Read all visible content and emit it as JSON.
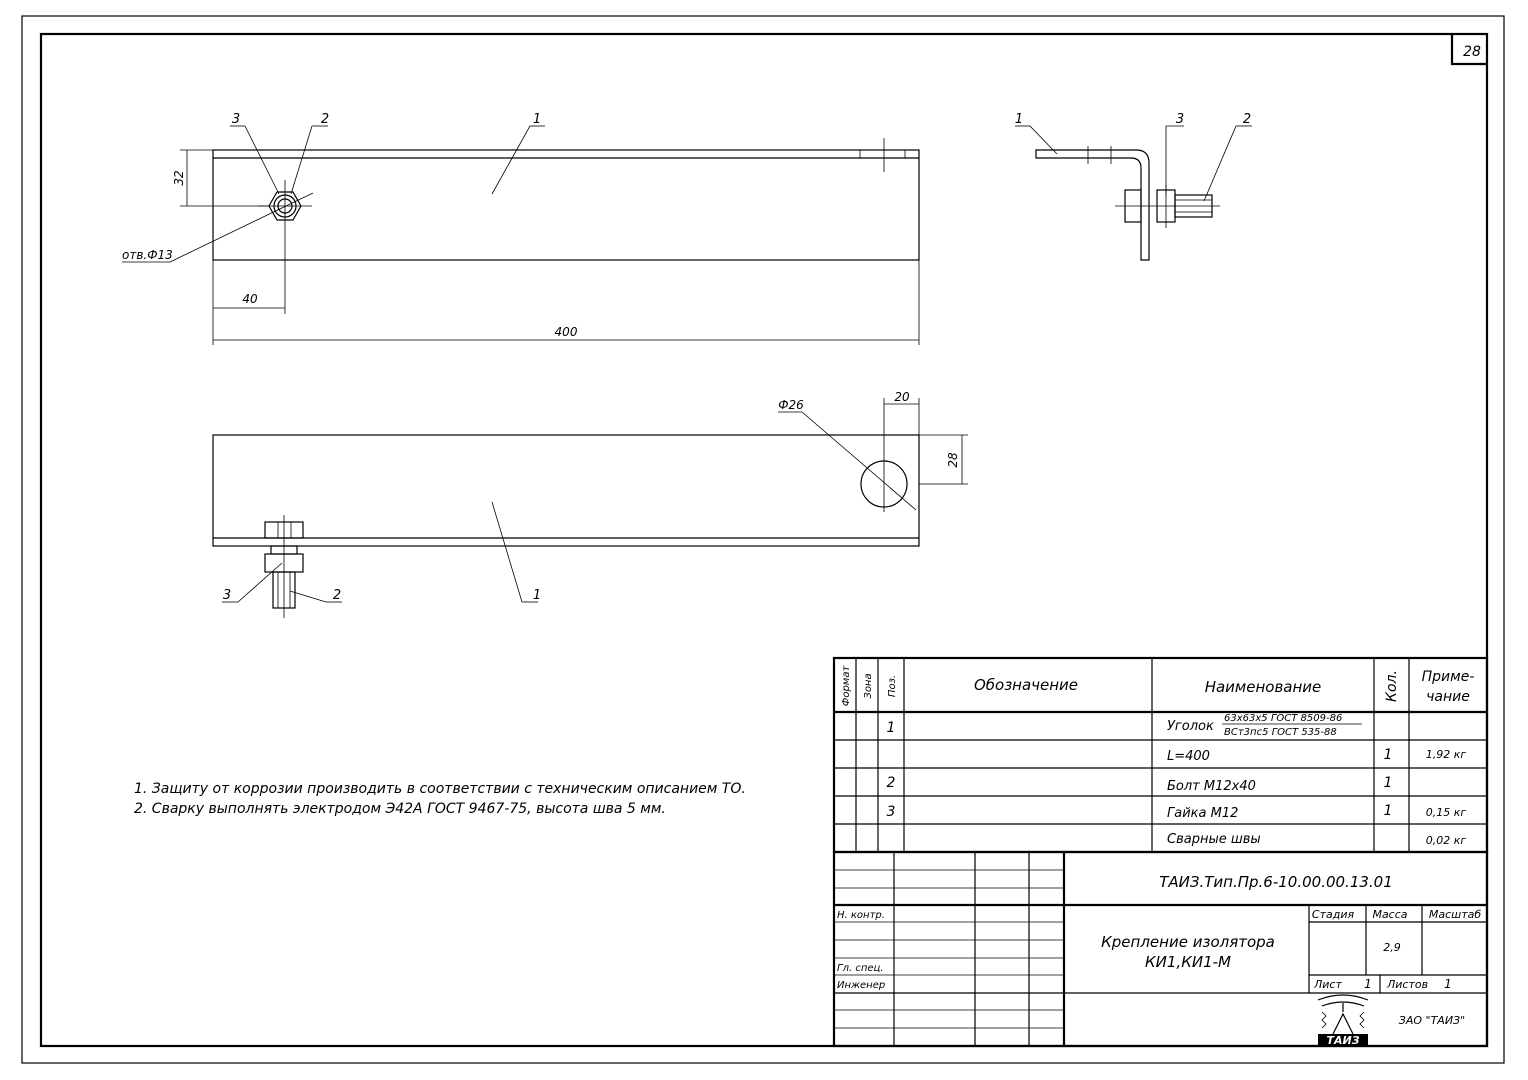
{
  "sheet": {
    "page_number": "28"
  },
  "views": {
    "top": {
      "leader_1": "1",
      "leader_2": "2",
      "leader_3": "3",
      "dim_32": "32",
      "dim_40": "40",
      "dim_400": "400",
      "hole_label": "отв.Ф13"
    },
    "side": {
      "leader_1": "1",
      "leader_2": "2",
      "leader_3": "3"
    },
    "front": {
      "leader_1": "1",
      "leader_2": "2",
      "leader_3": "3",
      "dim_20": "20",
      "dim_28": "28",
      "dia_label": "Ф26"
    }
  },
  "notes": [
    "1. Защиту от коррозии производить в соответствии с техническим описанием ТО.",
    "2. Сварку выполнять электродом Э42А ГОСТ 9467-75, высота шва 5 мм."
  ],
  "spec_table": {
    "headers": {
      "format": "Формат",
      "zone": "Зона",
      "pos": "Поз.",
      "designation": "Обозначение",
      "name": "Наименование",
      "qty": "Кол.",
      "note_line1": "Приме-",
      "note_line2": "чание"
    },
    "rows": [
      {
        "pos": "1",
        "name": "Уголок",
        "frac_top": "63х63х5 ГОСТ 8509-86",
        "frac_bottom": "ВСт3пс5 ГОСТ 535-88",
        "qty": "",
        "note": ""
      },
      {
        "pos": "",
        "name": "L=400",
        "qty": "1",
        "note": "1,92 кг"
      },
      {
        "pos": "2",
        "name": "Болт М12х40",
        "qty": "1",
        "note": ""
      },
      {
        "pos": "3",
        "name": "Гайка М12",
        "qty": "1",
        "note": "0,15 кг"
      },
      {
        "pos": "",
        "name": "Сварные швы",
        "qty": "",
        "note": "0,02 кг"
      }
    ]
  },
  "title_block": {
    "doc_code": "ТАИЗ.Тип.Пр.6-10.00.00.13.01",
    "title_line1": "Крепление изолятора",
    "title_line2": "КИ1,КИ1-М",
    "stage_label": "Стадия",
    "mass_label": "Масса",
    "scale_label": "Масштаб",
    "mass_value": "2,9",
    "sheet_label": "Лист",
    "sheet_value": "1",
    "sheets_label": "Листов",
    "sheets_value": "1",
    "role_n_kontr": "Н. контр.",
    "role_gl_spec": "Гл. спец.",
    "role_engineer": "Инженер",
    "company": "ЗАО \"ТАИЗ\"",
    "logo_text": "ТАИЗ"
  }
}
